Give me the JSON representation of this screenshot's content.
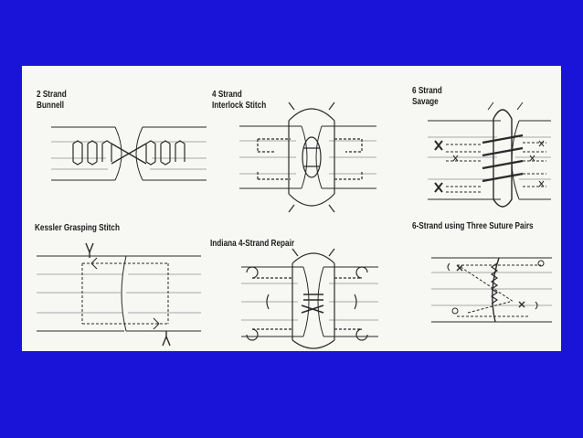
{
  "background_color": "#1a14d9",
  "panels": [
    {
      "id": "bunnell",
      "lines": [
        "2 Strand",
        "Bunnell"
      ]
    },
    {
      "id": "interlock",
      "lines": [
        "4 Strand",
        "Interlock Stitch"
      ]
    },
    {
      "id": "savage",
      "lines": [
        "6 Strand",
        "Savage"
      ]
    },
    {
      "id": "kessler",
      "lines": [
        "Kessler Grasping Stitch"
      ]
    },
    {
      "id": "indiana",
      "lines": [
        "Indiana 4-Strand Repair"
      ]
    },
    {
      "id": "three-pairs",
      "lines": [
        "6-Strand using Three Suture Pairs"
      ]
    }
  ]
}
